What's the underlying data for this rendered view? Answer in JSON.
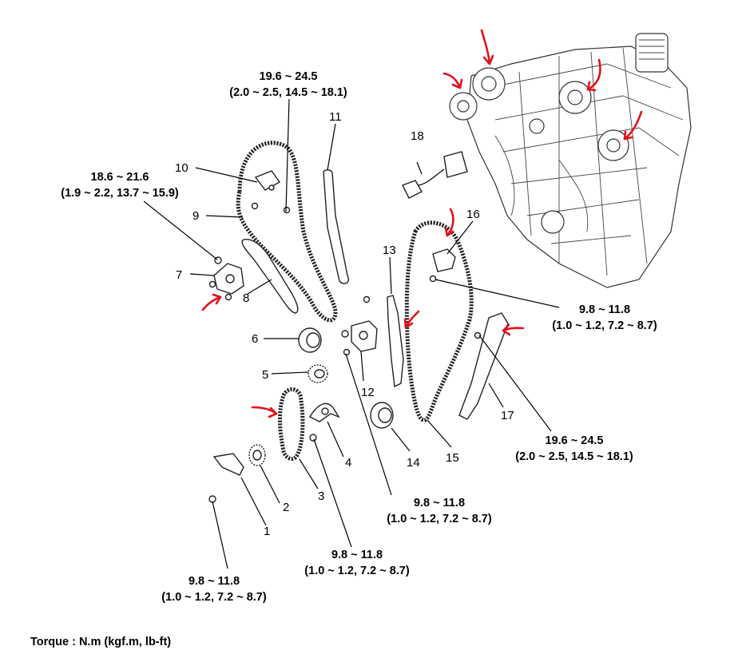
{
  "callouts": [
    "1",
    "2",
    "3",
    "4",
    "5",
    "6",
    "7",
    "8",
    "9",
    "10",
    "11",
    "12",
    "13",
    "14",
    "15",
    "16",
    "17",
    "18"
  ],
  "torques": [
    {
      "value": "19.6 ~ 24.5",
      "sub": "(2.0 ~ 2.5, 14.5 ~ 18.1)"
    },
    {
      "value": "18.6 ~ 21.6",
      "sub": "(1.9 ~ 2.2, 13.7 ~ 15.9)"
    },
    {
      "value": "9.8 ~ 11.8",
      "sub": "(1.0 ~ 1.2, 7.2 ~ 8.7)"
    },
    {
      "value": "19.6 ~ 24.5",
      "sub": "(2.0 ~ 2.5, 14.5 ~ 18.1)"
    },
    {
      "value": "9.8 ~ 11.8",
      "sub": "(1.0 ~ 1.2, 7.2 ~ 8.7)"
    },
    {
      "value": "9.8 ~ 11.8",
      "sub": "(1.0 ~ 1.2, 7.2 ~ 8.7)"
    },
    {
      "value": "9.8 ~ 11.8",
      "sub": "(1.0 ~ 1.2, 7.2 ~ 8.7)"
    }
  ],
  "legend": "Torque : N.m (kgf.m, lb-ft)",
  "colors": {
    "annotation": "#e1121a",
    "ink": "#000000"
  }
}
